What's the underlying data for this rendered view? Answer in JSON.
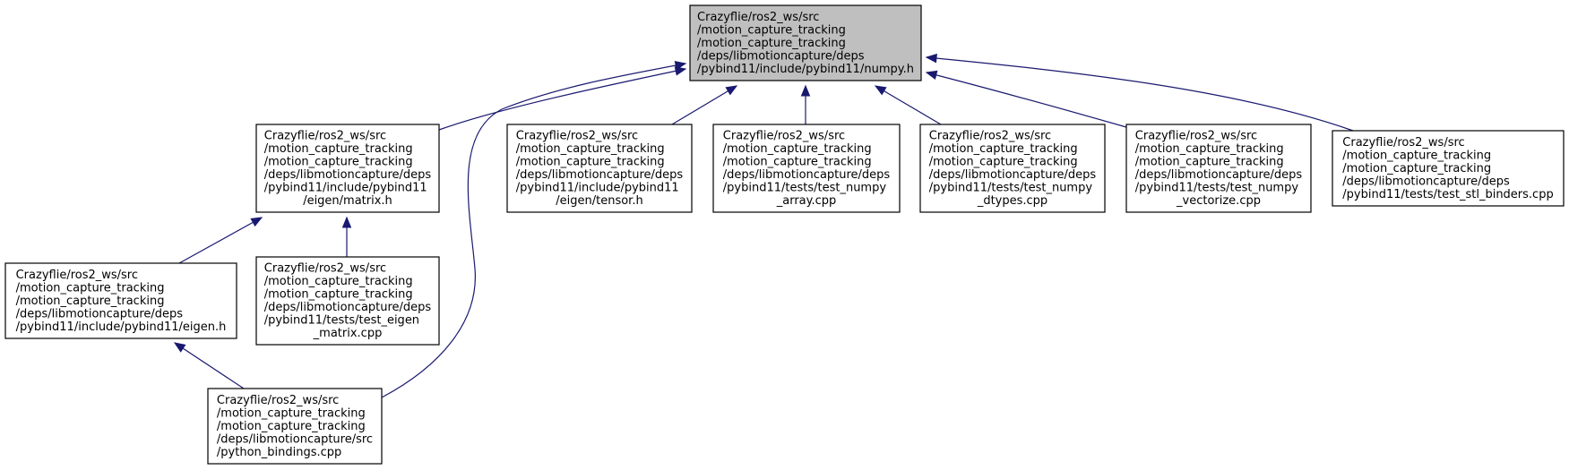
{
  "colors": {
    "edge": "#191970",
    "focus_fill": "#bfbfbf",
    "node_fill": "#ffffff",
    "node_border": "#000000"
  },
  "nodes": [
    {
      "id": "numpy_h",
      "focus": true,
      "lines": [
        "Crazyflie/ros2_ws/src",
        "/motion_capture_tracking",
        "/motion_capture_tracking",
        "/deps/libmotioncapture/deps",
        "/pybind11/include/pybind11/numpy.h"
      ]
    },
    {
      "id": "matrix_h",
      "focus": false,
      "lines": [
        "Crazyflie/ros2_ws/src",
        "/motion_capture_tracking",
        "/motion_capture_tracking",
        "/deps/libmotioncapture/deps",
        "/pybind11/include/pybind11",
        "/eigen/matrix.h"
      ]
    },
    {
      "id": "tensor_h",
      "focus": false,
      "lines": [
        "Crazyflie/ros2_ws/src",
        "/motion_capture_tracking",
        "/motion_capture_tracking",
        "/deps/libmotioncapture/deps",
        "/pybind11/include/pybind11",
        "/eigen/tensor.h"
      ]
    },
    {
      "id": "test_numpy_array",
      "focus": false,
      "lines": [
        "Crazyflie/ros2_ws/src",
        "/motion_capture_tracking",
        "/motion_capture_tracking",
        "/deps/libmotioncapture/deps",
        "/pybind11/tests/test_numpy",
        "_array.cpp"
      ]
    },
    {
      "id": "test_numpy_dtypes",
      "focus": false,
      "lines": [
        "Crazyflie/ros2_ws/src",
        "/motion_capture_tracking",
        "/motion_capture_tracking",
        "/deps/libmotioncapture/deps",
        "/pybind11/tests/test_numpy",
        "_dtypes.cpp"
      ]
    },
    {
      "id": "test_numpy_vectorize",
      "focus": false,
      "lines": [
        "Crazyflie/ros2_ws/src",
        "/motion_capture_tracking",
        "/motion_capture_tracking",
        "/deps/libmotioncapture/deps",
        "/pybind11/tests/test_numpy",
        "_vectorize.cpp"
      ]
    },
    {
      "id": "test_stl_binders",
      "focus": false,
      "lines": [
        "Crazyflie/ros2_ws/src",
        "/motion_capture_tracking",
        "/motion_capture_tracking",
        "/deps/libmotioncapture/deps",
        "/pybind11/tests/test_stl_binders.cpp"
      ]
    },
    {
      "id": "eigen_h",
      "focus": false,
      "lines": [
        "Crazyflie/ros2_ws/src",
        "/motion_capture_tracking",
        "/motion_capture_tracking",
        "/deps/libmotioncapture/deps",
        "/pybind11/include/pybind11/eigen.h"
      ]
    },
    {
      "id": "test_eigen_matrix",
      "focus": false,
      "lines": [
        "Crazyflie/ros2_ws/src",
        "/motion_capture_tracking",
        "/motion_capture_tracking",
        "/deps/libmotioncapture/deps",
        "/pybind11/tests/test_eigen",
        "_matrix.cpp"
      ]
    },
    {
      "id": "python_bindings",
      "focus": false,
      "lines": [
        "Crazyflie/ros2_ws/src",
        "/motion_capture_tracking",
        "/motion_capture_tracking",
        "/deps/libmotioncapture/src",
        "/python_bindings.cpp"
      ]
    }
  ],
  "edges": [
    {
      "from": "matrix_h",
      "to": "numpy_h"
    },
    {
      "from": "tensor_h",
      "to": "numpy_h"
    },
    {
      "from": "test_numpy_array",
      "to": "numpy_h"
    },
    {
      "from": "test_numpy_dtypes",
      "to": "numpy_h"
    },
    {
      "from": "test_numpy_vectorize",
      "to": "numpy_h"
    },
    {
      "from": "test_stl_binders",
      "to": "numpy_h"
    },
    {
      "from": "python_bindings",
      "to": "numpy_h"
    },
    {
      "from": "eigen_h",
      "to": "matrix_h"
    },
    {
      "from": "test_eigen_matrix",
      "to": "matrix_h"
    },
    {
      "from": "python_bindings",
      "to": "eigen_h"
    }
  ]
}
